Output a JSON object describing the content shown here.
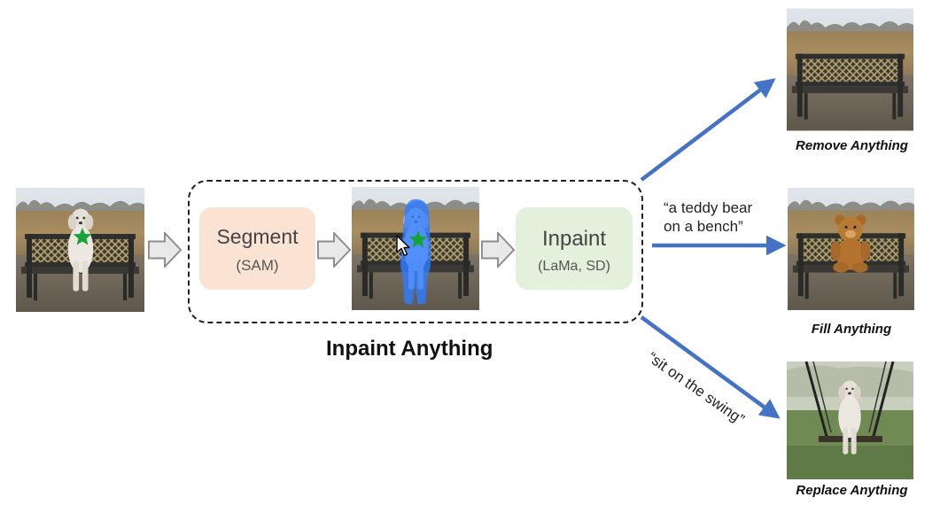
{
  "pipeline": {
    "label": "Inpaint Anything",
    "segment": {
      "title": "Segment",
      "subtitle": "(SAM)"
    },
    "inpaint": {
      "title": "Inpaint",
      "subtitle": "(LaMa, SD)"
    }
  },
  "outputs": {
    "remove": {
      "caption": "Remove Anything"
    },
    "fill": {
      "caption": "Fill Anything",
      "prompt_line1": "“a teddy bear",
      "prompt_line2": "on a bench”"
    },
    "replace": {
      "caption": "Replace Anything",
      "prompt": "“sit on the swing”"
    }
  },
  "colors": {
    "segment_box": "#fbe3d4",
    "inpaint_box": "#e3f0dc",
    "arrow_blue": "#4472c4",
    "mask_blue": "#2f7bff",
    "star_green": "#17a33a"
  },
  "icons": [
    "point-star-icon",
    "mouse-cursor-icon",
    "step-arrow-icon"
  ]
}
